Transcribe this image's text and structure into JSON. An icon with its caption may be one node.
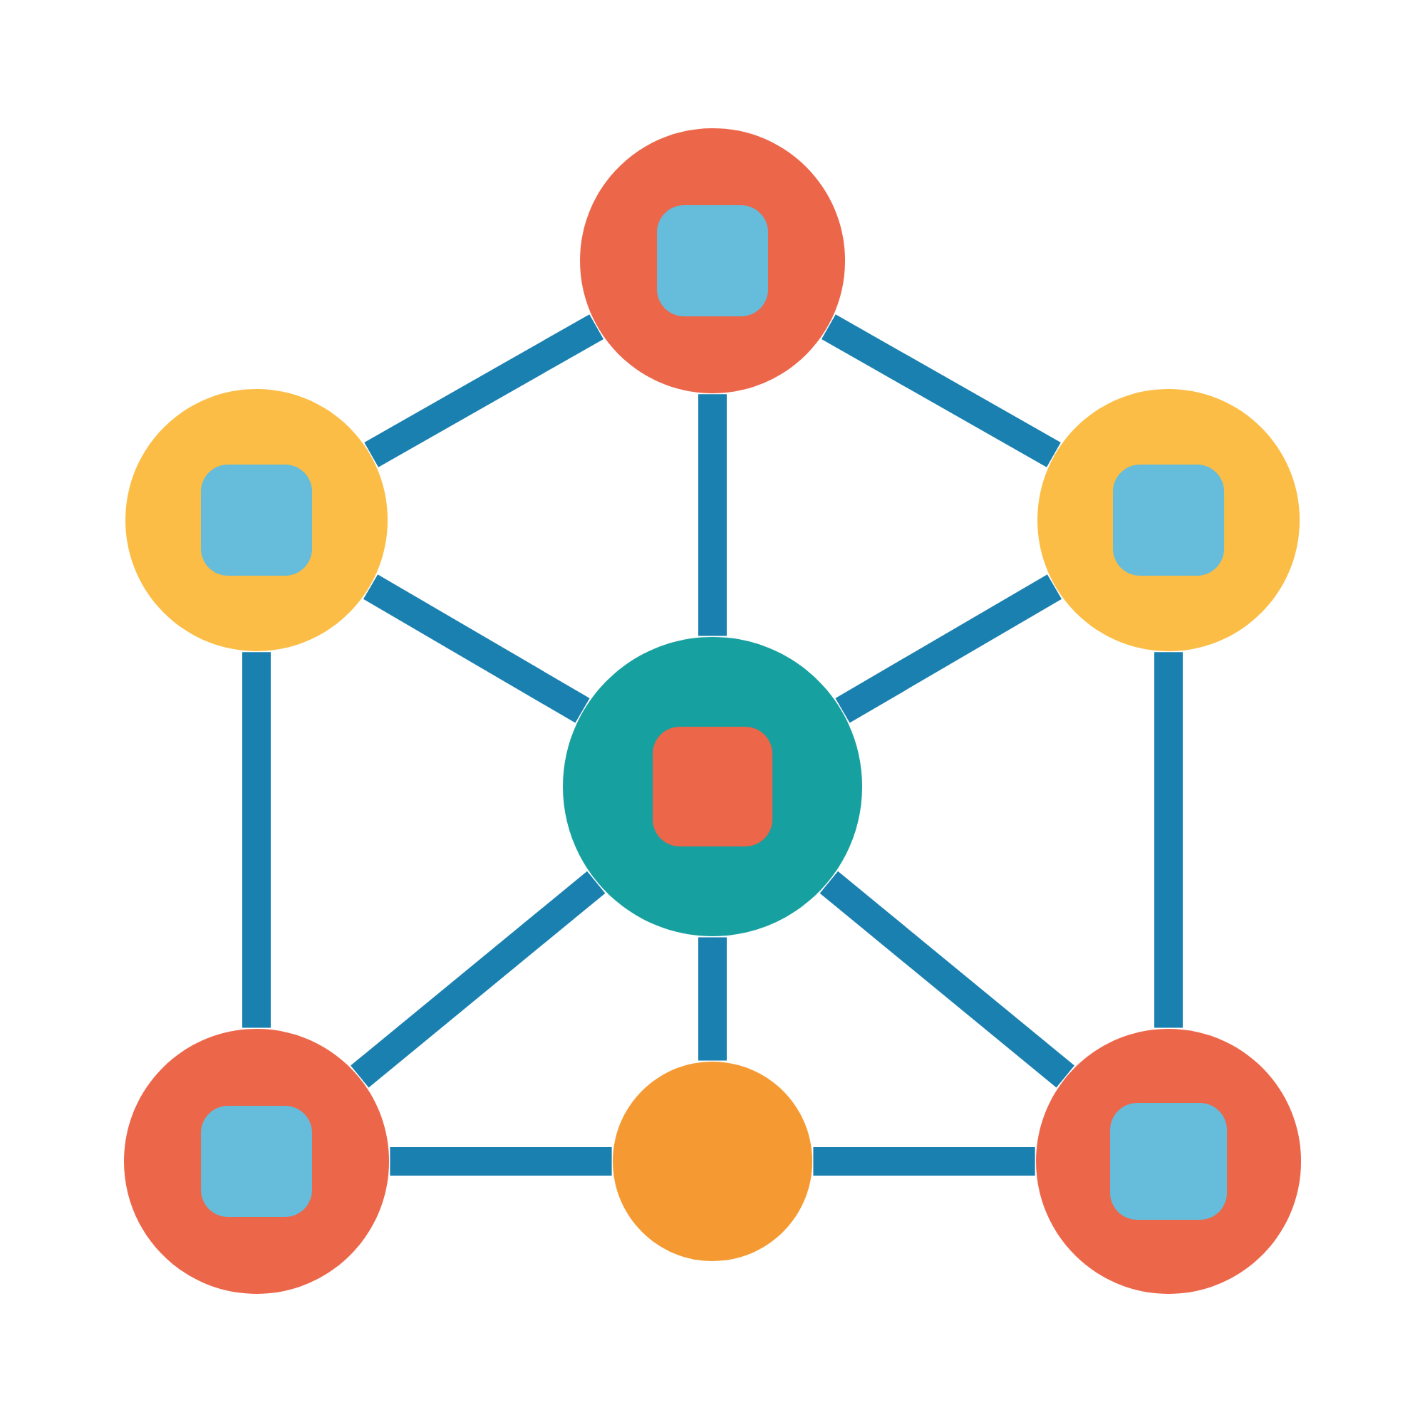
{
  "diagram": {
    "nodes": [
      {
        "text": [],
        "shape": "circle"
      },
      {
        "text": [],
        "shape": "circle"
      },
      {
        "text": [],
        "shape": "circle"
      },
      {
        "text": [],
        "shape": "circle"
      },
      {
        "text": [],
        "shape": "circle"
      },
      {
        "text": [],
        "shape": "circle"
      },
      {
        "text": [],
        "shape": "circle"
      }
    ],
    "edges": [
      {
        "from": 0,
        "to": 1,
        "arrow": "none"
      },
      {
        "from": 0,
        "to": 2,
        "arrow": "none"
      },
      {
        "from": 0,
        "to": 3,
        "arrow": "none"
      },
      {
        "from": 1,
        "to": 3,
        "arrow": "none"
      },
      {
        "from": 2,
        "to": 3,
        "arrow": "none"
      },
      {
        "from": 1,
        "to": 4,
        "arrow": "none"
      },
      {
        "from": 2,
        "to": 6,
        "arrow": "none"
      },
      {
        "from": 3,
        "to": 4,
        "arrow": "none"
      },
      {
        "from": 3,
        "to": 5,
        "arrow": "none"
      },
      {
        "from": 3,
        "to": 6,
        "arrow": "none"
      },
      {
        "from": 4,
        "to": 5,
        "arrow": "none"
      },
      {
        "from": 5,
        "to": 6,
        "arrow": "none"
      }
    ]
  }
}
